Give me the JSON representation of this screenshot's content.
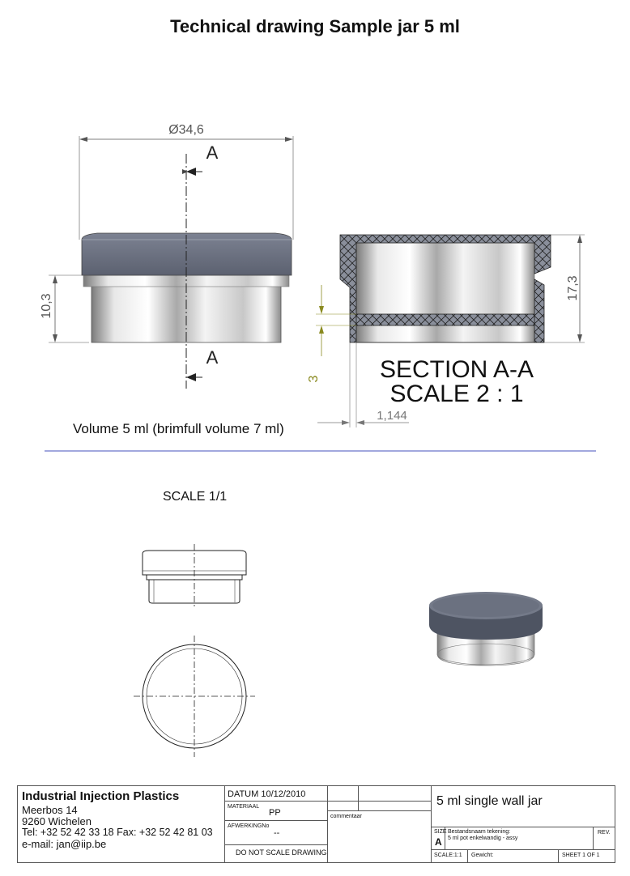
{
  "title": "Technical drawing Sample jar 5 ml",
  "dimensions": {
    "diameter": "Ø34,6",
    "height_left": "10,3",
    "height_right": "17,3",
    "wall": "3",
    "thickness": "1,144"
  },
  "section": {
    "marker": "A",
    "title": "SECTION A-A",
    "scale": "SCALE 2 : 1"
  },
  "volume_note": "Volume 5 ml (brimfull volume 7 ml)",
  "lower_scale": "SCALE 1/1",
  "colors": {
    "lid": "#6b7180",
    "lid_dark": "#4e5462",
    "metal_light": "#f2f2f2",
    "metal_dark": "#8a8a8a",
    "divider": "#6b74c9",
    "dim_yellow": "#8a8a20"
  },
  "titleblock": {
    "company": "Industrial Injection Plastics",
    "addr1": "Meerbos 14",
    "addr2": "9260 Wichelen",
    "phone": "Tel: +32 52 42 33 18 Fax: +32 52 42 81 03",
    "email": "e-mail: jan@iip.be",
    "datum": "DATUM 10/12/2010",
    "materiaal_label": "MATERIAAL",
    "materiaal_value": "PP",
    "afwerking_label": "AFWERKINGNo",
    "afwerking_value": "--",
    "no_scale": "DO NOT SCALE DRAWING",
    "comment_label": "commentaar",
    "part_title": "5 ml single wall jar",
    "size_label": "SIZE",
    "size_value": "A",
    "file_label": "Bestandsnaam tekening:",
    "file_value": "5 ml pot enkelwandig - assy",
    "rev_label": "REV.",
    "scale_label": "SCALE:1:1",
    "weight_label": "Gewicht:",
    "sheet_label": "SHEET 1 OF 1"
  }
}
